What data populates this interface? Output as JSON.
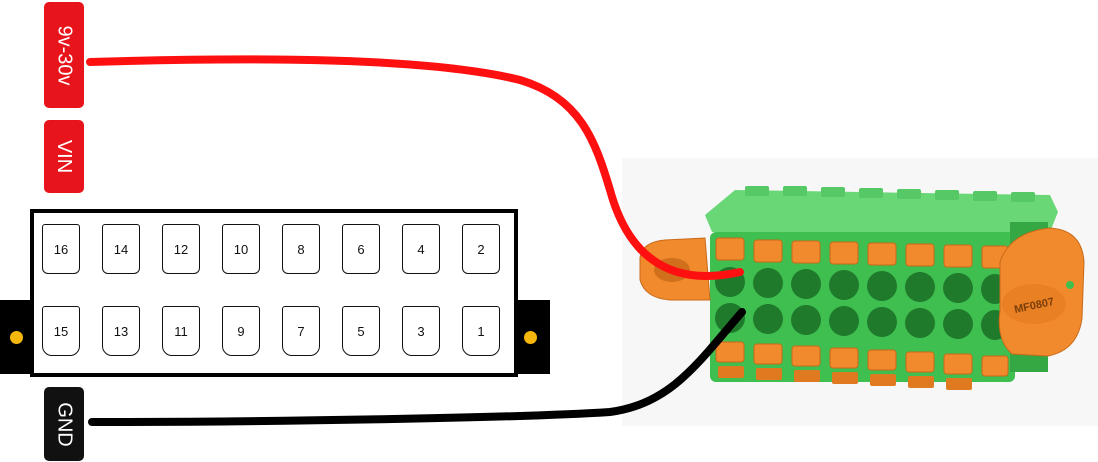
{
  "labels": {
    "voltage_range": "9v-30v",
    "vin": "VIN",
    "gnd": "GND"
  },
  "pins": {
    "top_row": [
      "16",
      "14",
      "12",
      "10",
      "8",
      "6",
      "4",
      "2"
    ],
    "bottom_row": [
      "15",
      "13",
      "11",
      "9",
      "7",
      "5",
      "3",
      "1"
    ]
  },
  "connector_marking": "MF0807",
  "colors": {
    "power_wire": "#ff1010",
    "ground_wire": "#000000",
    "label_red": "#e8141b",
    "connector_green": "#3fbf4f",
    "connector_orange": "#f08a2c",
    "mount_dot": "#f5b70c"
  }
}
